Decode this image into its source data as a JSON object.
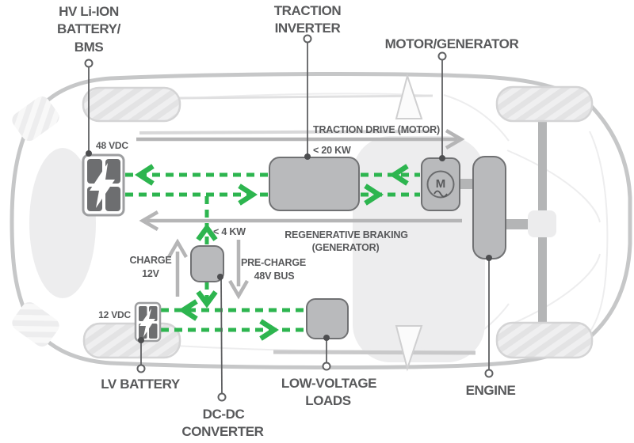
{
  "callouts": {
    "hv_battery": {
      "lines": [
        "HV Li-ION",
        "BATTERY/",
        "BMS"
      ]
    },
    "traction_inverter": {
      "lines": [
        "TRACTION",
        "INVERTER"
      ]
    },
    "motor_generator": {
      "label": "MOTOR/GENERATOR"
    },
    "lv_battery": {
      "label": "LV BATTERY"
    },
    "dc_dc_converter": {
      "lines": [
        "DC-DC",
        "CONVERTER"
      ]
    },
    "low_voltage_loads": {
      "lines": [
        "LOW-VOLTAGE",
        "LOADS"
      ]
    },
    "engine": {
      "label": "ENGINE"
    }
  },
  "annotations": {
    "hv_bus_voltage": "48 VDC",
    "lv_bus_voltage": "12 VDC",
    "traction_drive": "TRACTION DRIVE (MOTOR)",
    "traction_power": "< 20 KW",
    "regen_braking": "REGENERATIVE BRAKING",
    "regen_braking_sub": "(GENERATOR)",
    "converter_power": "< 4 KW",
    "charge": "CHARGE",
    "charge_voltage": "12V",
    "precharge": "PRE-CHARGE",
    "precharge_bus": "48V BUS",
    "motor_symbol": "M"
  },
  "colors": {
    "bus_green": "#2db54f",
    "flow_gray": "#b5b5b6",
    "component_fill": "#b9babc",
    "component_stroke": "#707173",
    "label_text": "#58595b",
    "battery_cell": "#6d6e70",
    "car_outline": "#c6c7c8"
  },
  "icons": {
    "hv_battery": "battery-lightning-icon",
    "lv_battery": "battery-lightning-icon",
    "motor": "motor-m-icon",
    "wheels": "wheel-hatched-icon"
  }
}
